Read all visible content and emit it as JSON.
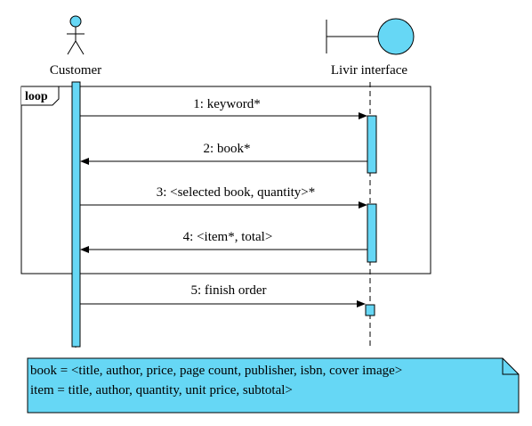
{
  "colors": {
    "fill": "#66D7F5",
    "stroke": "#000000",
    "background": "#FFFFFF"
  },
  "actors": {
    "customer": {
      "label": "Customer",
      "kind": "actor"
    },
    "interface": {
      "label": "Livir interface",
      "kind": "boundary"
    }
  },
  "fragment": {
    "label": "loop"
  },
  "messages": [
    {
      "label": "1: keyword*",
      "from": "customer",
      "to": "interface"
    },
    {
      "label": "2: book*",
      "from": "interface",
      "to": "customer"
    },
    {
      "label": "3: <selected book, quantity>*",
      "from": "customer",
      "to": "interface"
    },
    {
      "label": "4: <item*, total>",
      "from": "interface",
      "to": "customer"
    },
    {
      "label": "5: finish order",
      "from": "customer",
      "to": "interface"
    }
  ],
  "note": {
    "lines": [
      "book = <title, author, price, page count, publisher, isbn, cover image>",
      "item = title, author, quantity, unit price, subtotal>"
    ]
  }
}
